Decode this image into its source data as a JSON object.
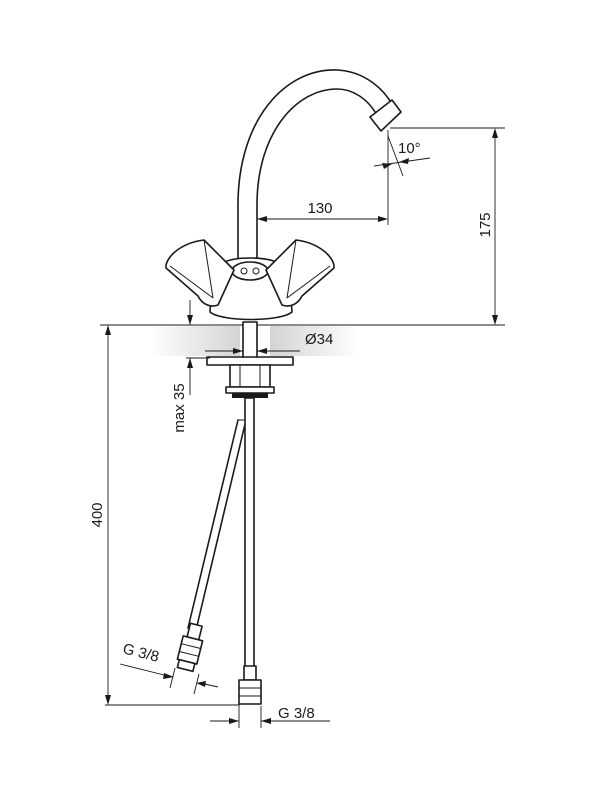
{
  "dimensions": {
    "spout_reach": "130",
    "spout_angle": "10°",
    "height": "175",
    "base_diameter": "Ø34",
    "deck_thickness": "max 35",
    "hose_length": "400",
    "hose_thread_left": "G 3/8",
    "hose_thread_right": "G 3/8"
  },
  "colors": {
    "line": "#1a1a1a",
    "deck_shade": "#d9d9d9"
  }
}
